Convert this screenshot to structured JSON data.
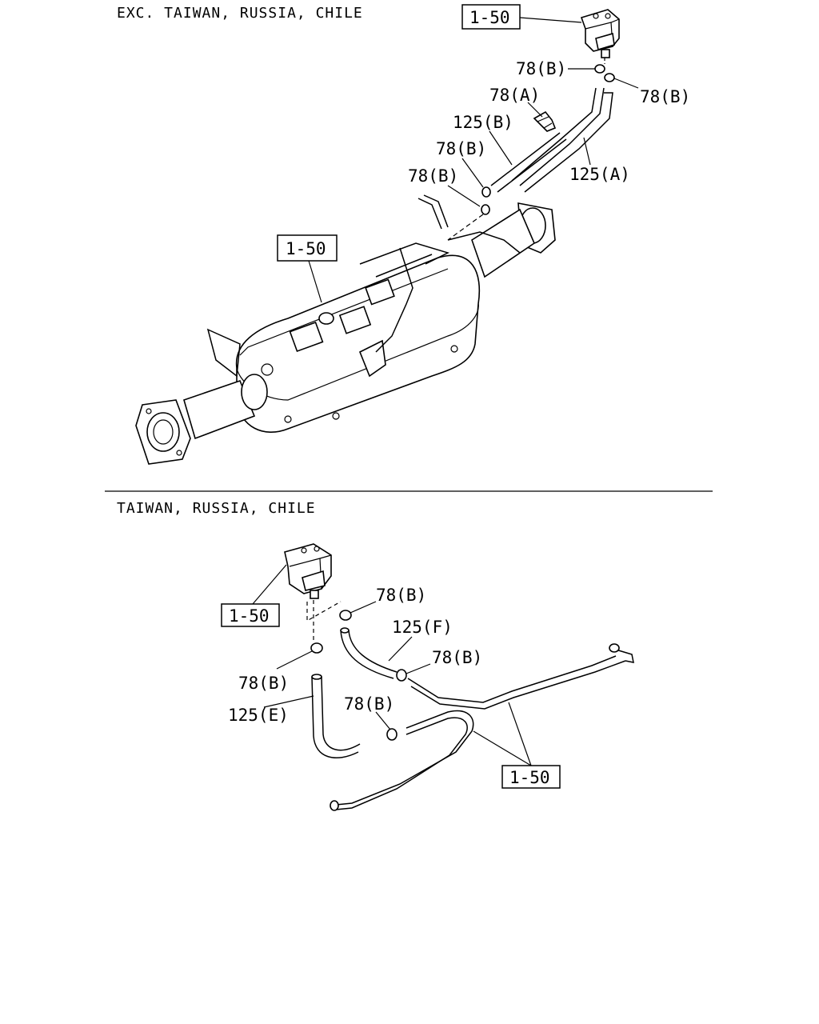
{
  "sections": {
    "top_heading": "EXC. TAIWAN, RUSSIA, CHILE",
    "bottom_heading": "TAIWAN, RUSSIA, CHILE"
  },
  "top": {
    "ref_sensor": "1-50",
    "ref_dpf": "1-50",
    "clamp_78b_upper_left": "78(B)",
    "clamp_78b_upper_right": "78(B)",
    "clip_78a": "78(A)",
    "hose_125b": "125(B)",
    "clamp_78b_mid_1": "78(B)",
    "clamp_78b_mid_2": "78(B)",
    "hose_125a": "125(A)"
  },
  "bottom": {
    "ref_sensor": "1-50",
    "clamp_78b_top": "78(B)",
    "hose_125f": "125(F)",
    "clamp_78b_right": "78(B)",
    "clamp_78b_left": "78(B)",
    "hose_125e": "125(E)",
    "clamp_78b_lower": "78(B)",
    "ref_pipes": "1-50"
  }
}
